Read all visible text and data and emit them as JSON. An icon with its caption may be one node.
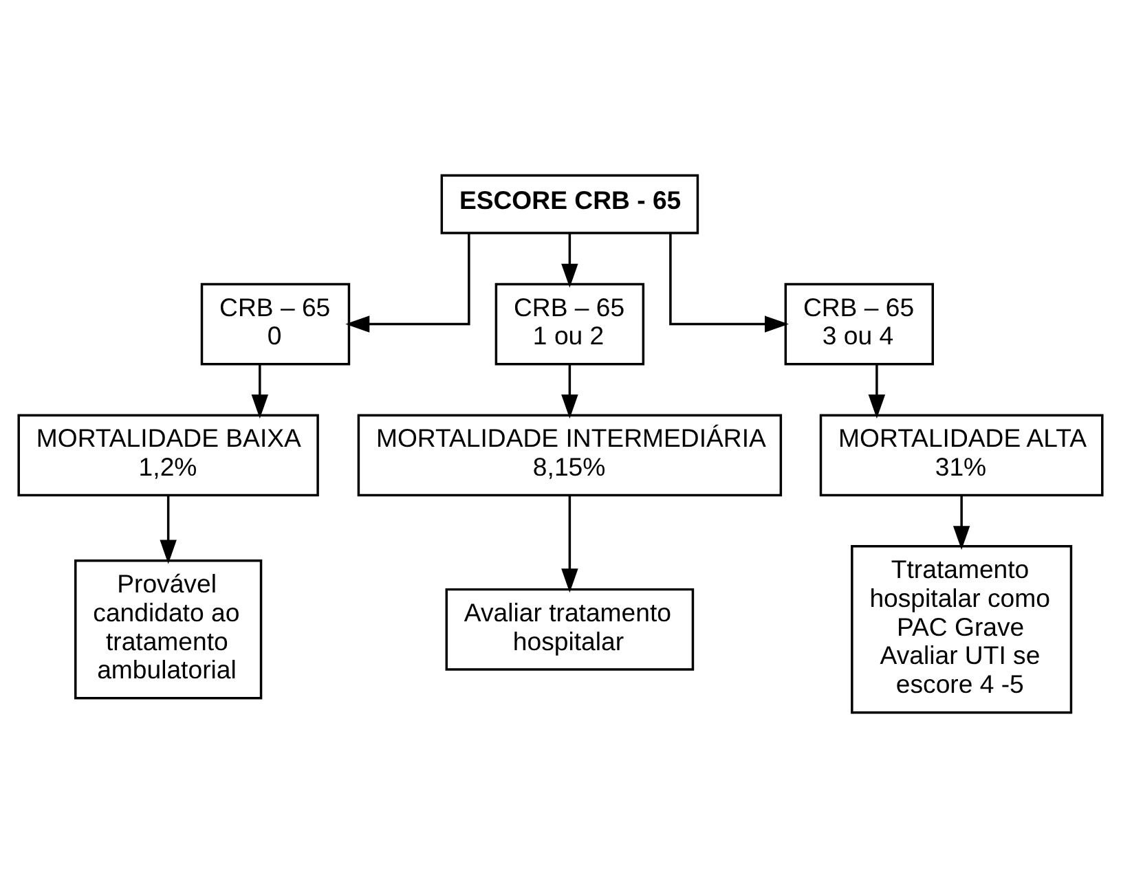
{
  "diagram": {
    "nodes": [
      {
        "text": [
          "ESCORE CRB - 65"
        ]
      },
      {
        "text": [
          "CRB – 65",
          "0"
        ]
      },
      {
        "text": [
          "CRB – 65",
          "1 ou 2"
        ]
      },
      {
        "text": [
          "CRB – 65",
          "3 ou 4"
        ]
      },
      {
        "text": [
          "MORTALIDADE BAIXA",
          "1,2%"
        ]
      },
      {
        "text": [
          "MORTALIDADE INTERMEDIÁRIA",
          "8,15%"
        ]
      },
      {
        "text": [
          "MORTALIDADE ALTA",
          "31%"
        ]
      },
      {
        "text": [
          "Provável candidato ao tratamento ambulatorial"
        ]
      },
      {
        "text": [
          "Avaliar tratamento hospitalar"
        ]
      },
      {
        "text": [
          "Ttratamento hospitalar como PAC Grave",
          "Avaliar UTI se escore 4 -5"
        ]
      }
    ],
    "edges": [
      {
        "from": 0,
        "to": 1,
        "arrow": "to"
      },
      {
        "from": 0,
        "to": 2,
        "arrow": "to"
      },
      {
        "from": 0,
        "to": 3,
        "arrow": "to"
      },
      {
        "from": 1,
        "to": 4,
        "arrow": "to"
      },
      {
        "from": 2,
        "to": 5,
        "arrow": "to"
      },
      {
        "from": 3,
        "to": 6,
        "arrow": "to"
      },
      {
        "from": 4,
        "to": 7,
        "arrow": "to"
      },
      {
        "from": 5,
        "to": 8,
        "arrow": "to"
      },
      {
        "from": 6,
        "to": 9,
        "arrow": "to"
      }
    ]
  }
}
